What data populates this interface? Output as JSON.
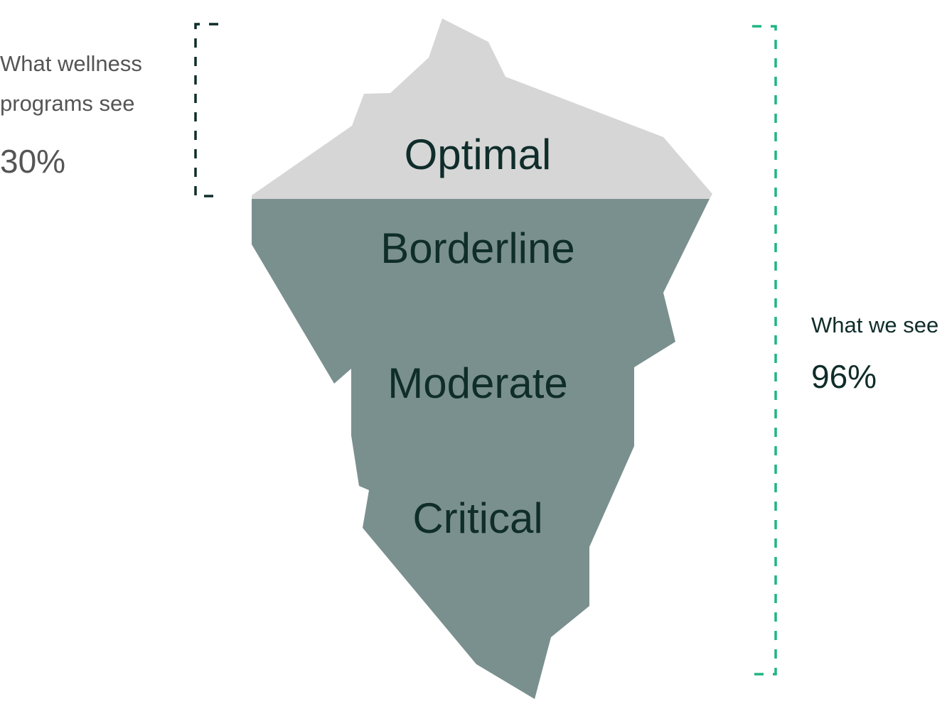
{
  "visible_section": {
    "label_line1": "What wellness",
    "label_line2": "programs see",
    "percent": "30%"
  },
  "full_section": {
    "label": "What we see",
    "percent": "96%"
  },
  "tiers": [
    {
      "label": "Optimal"
    },
    {
      "label": "Borderline"
    },
    {
      "label": "Moderate"
    },
    {
      "label": "Critical"
    }
  ],
  "colors": {
    "above_water": "#d6d6d6",
    "below_water": "#7a908e",
    "bracket_visible": "#0f2d2a",
    "bracket_full": "#1fb584",
    "tier_text": "#0f2d2a",
    "side_text": "#555555"
  }
}
